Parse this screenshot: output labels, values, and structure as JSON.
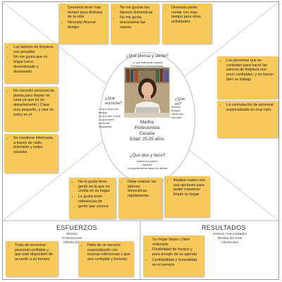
{
  "persona": {
    "name": "Martha",
    "occupation": "Profesionista",
    "status": "Casada",
    "age": "Edad: 25-35 años"
  },
  "quadrants": {
    "think_feel": "¿Qué piensa y siente?",
    "hear": "¿Qué escucha?",
    "see": "¿Qué ve?",
    "say_do": "¿Qué dice y hace?"
  },
  "small_labels": {
    "top": [
      "Lo que realmente importa",
      "Principales preocupaciones",
      "Inquietudes y aspiraciones"
    ],
    "left": [
      "Lo que dicen los amigos",
      "Lo que dice el jefe",
      "Lo que dicen personas influyentes"
    ],
    "right": [
      "Entorno",
      "Amigos",
      "Oferta del mercado"
    ],
    "bottom": [
      "Actitud en público",
      "Aspecto",
      "Comportamiento hacia los demás"
    ]
  },
  "notes": {
    "top_1": [
      "Desearía tener mas tiempo para disfrutar de la vida",
      "Necesito Ahorrar tiempo"
    ],
    "top_2": [
      "No me gustan las labores domesticas",
      "No me gusta ensuciarme las manos"
    ],
    "top_3": [
      "Desearía poder contar con mas tiempo para otras actividades"
    ],
    "left_1": [
      "Las labores de limpieza son pesadas",
      "No me gusta que mi hogar luzca desordenado y desaseado"
    ],
    "left_2": [
      "No necesito personal de planta para limpiar mi casa ya que es un departamento ( Casa muy pequeño, y casi no estoy en el"
    ],
    "left_3": [
      "Se mantiene informada a través de radio, televisión y redes sociales"
    ],
    "right_1": [
      "Las personas que se contratan para hacer las labores de limpieza son poco confiables, y no hacen bien su trabajo"
    ],
    "right_2": [
      "La contratación de personal especializado es muy caro"
    ],
    "bottom_1": [
      "No le gusta tener gente en la que no confía en su hogar",
      "Le gusta tener referencias de gente que conoce"
    ],
    "bottom_2": [
      "Debe realizar las labores domesticas rápidamente"
    ],
    "bottom_3": [
      "Analiza cuales son sus opciones para poder mantener limpio su hogar"
    ]
  },
  "esfuerzos": {
    "title": "ESFUERZOS",
    "subtitle": [
      "Miedos",
      "Frustraciones",
      "Obstáculos"
    ],
    "note_1": [
      "Trata de encontrar personal confiable y que esté disponible de acuerdo a su horario"
    ],
    "note_2": [
      "Falta de un servicio especializado con buenas referencias y que sea confiable y honesto"
    ]
  },
  "resultados": {
    "title": "RESULTADOS",
    "subtitle": [
      "Deseos / Necesidades",
      "Medida del éxito",
      "Obstáculos"
    ],
    "note_1": [
      "Su hogar limpio y bien ordenado",
      "Flexibilidad de horario y para arreglo de su agenda",
      "Confiabilidad y honestidad en el servicio"
    ]
  }
}
